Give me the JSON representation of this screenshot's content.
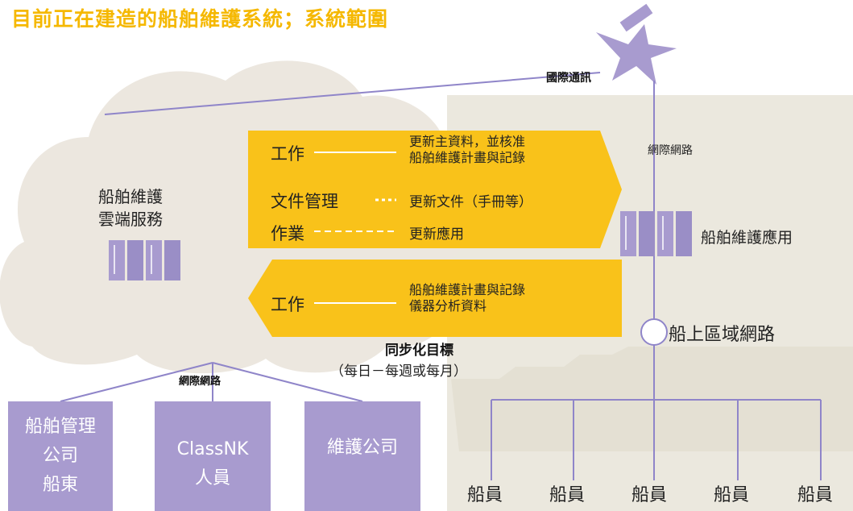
{
  "title": "目前正在建造的船舶維護系統；系統範圍",
  "satellite_label": "國際通訊",
  "internet_right_label": "網際網路",
  "cloud": {
    "label_line1": "船舶維護",
    "label_line2": "雲端服務"
  },
  "upload_arrow": {
    "row1_left": "工作",
    "row1_right_line1": "更新主資料，並核准",
    "row1_right_line2": "船舶維護計畫與記錄",
    "row2_left": "文件管理",
    "row2_right": "更新文件（手冊等）",
    "row3_left": "作業",
    "row3_right": "更新應用"
  },
  "download_arrow": {
    "row1_left": "工作",
    "row1_right_line1": "船舶維護計畫與記錄",
    "row1_right_line2": "儀器分析資料"
  },
  "sync_label_line1": "同步化目標",
  "sync_label_line2": "（每日－每週或每月）",
  "app_label": "船舶維護應用",
  "lan_label": "船上區域網路",
  "internet_left_label": "網際網路",
  "boxes": [
    {
      "line1": "船舶管理",
      "line2": "公司",
      "line3": "船東"
    },
    {
      "line1": "ClassNK",
      "line2": "人員",
      "line3": ""
    },
    {
      "line1": "維護公司",
      "line2": "",
      "line3": ""
    }
  ],
  "crew": [
    "船員",
    "船員",
    "船員",
    "船員",
    "船員"
  ],
  "colors": {
    "title": "#f5b800",
    "arrow": "#f9c21a",
    "box": "#a89bcf",
    "line": "#8f85c9",
    "cloud": "#ece7df",
    "ship_bg": "#ebe8de"
  }
}
